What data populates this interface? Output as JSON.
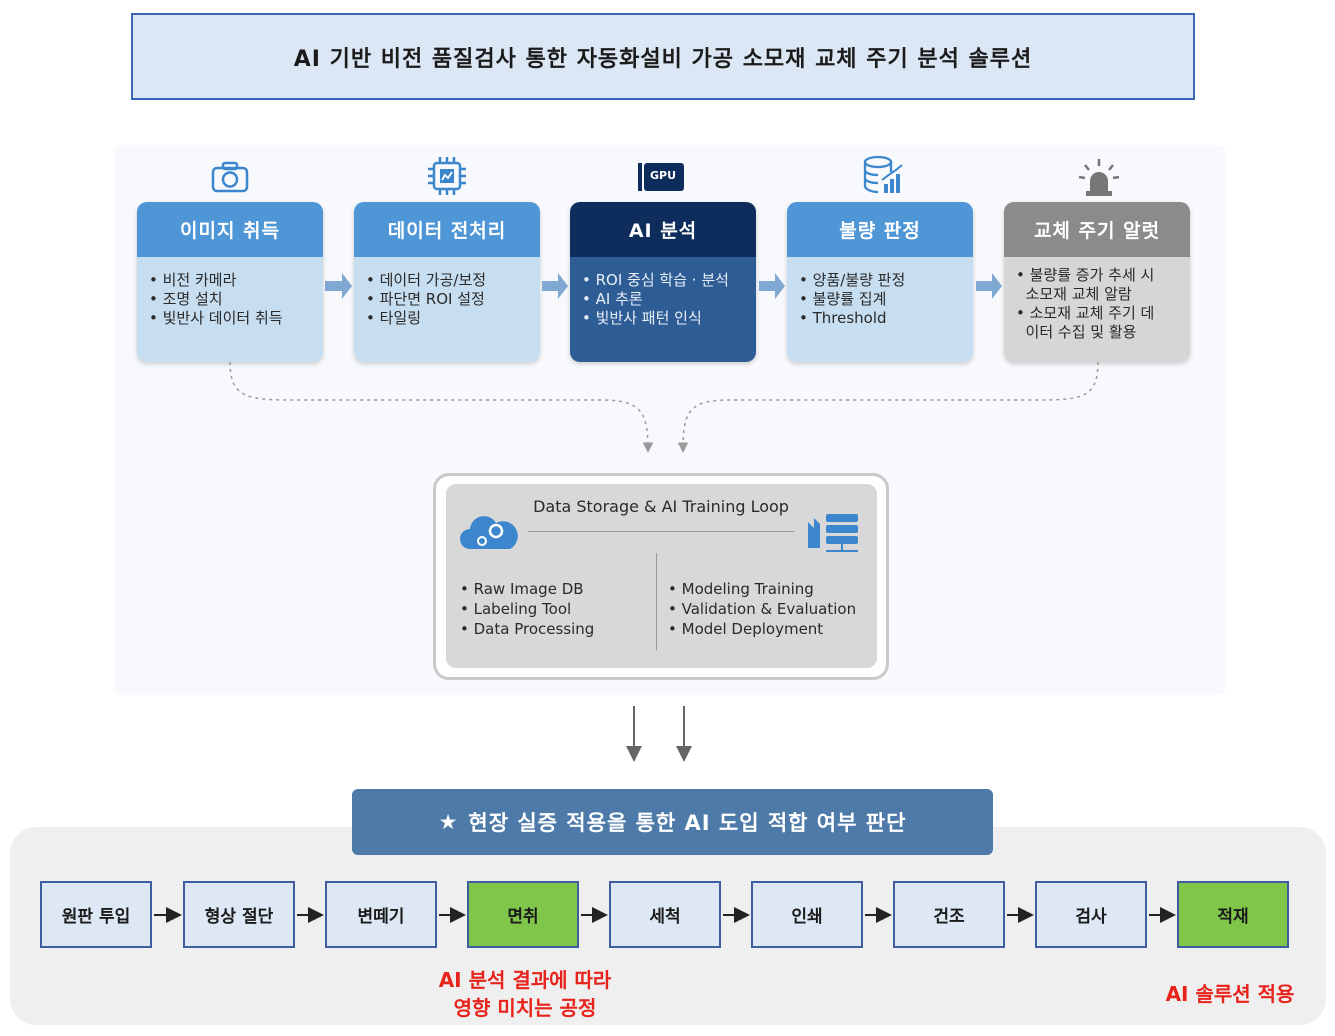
{
  "title": "AI 기반 비전 품질검사 통한 자동화설비 가공 소모재 교체 주기 분석 솔루션",
  "colors": {
    "step_blue": "#4f96d6",
    "step_navy": "#0f2d5c",
    "step_gray": "#8b8b8b",
    "process_green": "#7fc64a",
    "note_red": "#e8231c"
  },
  "steps": [
    {
      "icon": "camera-icon",
      "title": "이미지 취득",
      "items": [
        "비전 카메라",
        "조명 설치",
        "빛반사 데이터 취득"
      ]
    },
    {
      "icon": "chip-icon",
      "title": "데이터 전처리",
      "items": [
        "데이터 가공/보정",
        "파단면 ROI 설정",
        "타일링"
      ]
    },
    {
      "icon": "gpu-icon",
      "icon_label": "GPU",
      "title": "AI 분석",
      "items": [
        "ROI 중심 학습 · 분석",
        "AI 추론",
        "빛반사 패턴 인식"
      ]
    },
    {
      "icon": "database-chart-icon",
      "title": "불량 판정",
      "items": [
        "양품/불량 판정",
        "불량률 집계",
        "Threshold"
      ]
    },
    {
      "icon": "alarm-icon",
      "title": "교체 주기 알럿",
      "items": [
        "불량률 증가 추세 시",
        "소모재 교체 알람",
        "소모재 교체 주기 데",
        "이터 수집 및 활용"
      ]
    }
  ],
  "storage": {
    "title": "Data Storage & AI Training Loop",
    "left_icon": "cloud-gear-icon",
    "right_icon": "server-icon",
    "left_items": [
      "Raw Image DB",
      "Labeling Tool",
      "Data Processing"
    ],
    "right_items": [
      "Modeling Training",
      "Validation & Evaluation",
      "Model Deployment"
    ]
  },
  "decision": {
    "star": "★",
    "text": "현장 실증 적용을 통한 AI 도입 적합 여부 판단"
  },
  "process": [
    {
      "label": "원판 투입",
      "highlight": false
    },
    {
      "label": "형상 절단",
      "highlight": false
    },
    {
      "label": "변떼기",
      "highlight": false
    },
    {
      "label": "면취",
      "highlight": true
    },
    {
      "label": "세척",
      "highlight": false
    },
    {
      "label": "인쇄",
      "highlight": false
    },
    {
      "label": "건조",
      "highlight": false
    },
    {
      "label": "검사",
      "highlight": false
    },
    {
      "label": "적재",
      "highlight": true
    }
  ],
  "notes": {
    "affected_line1": "AI 분석 결과에 따라",
    "affected_line2": "영향 미치는 공정",
    "applied": "AI 솔루션 적용"
  }
}
